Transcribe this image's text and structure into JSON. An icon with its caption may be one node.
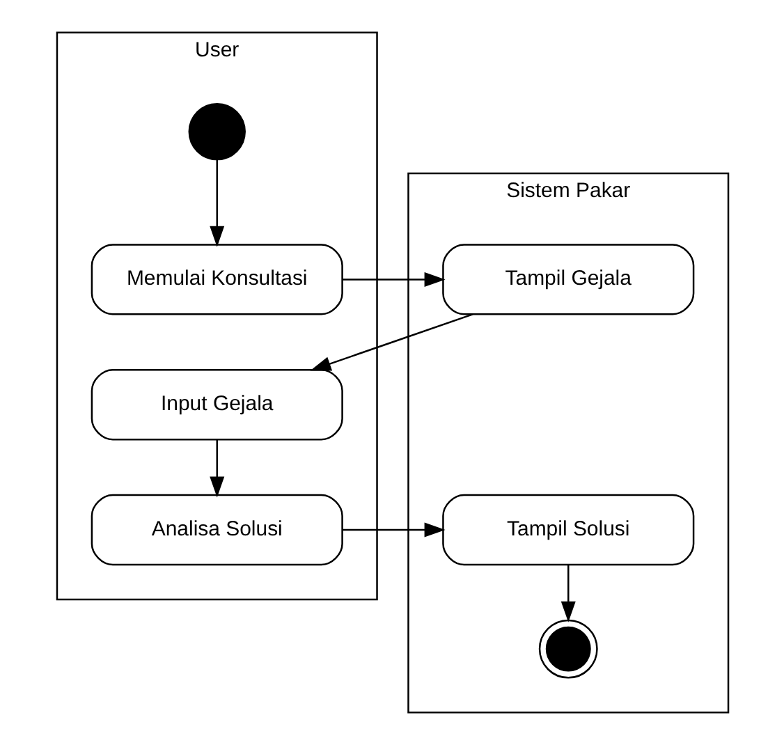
{
  "diagram": {
    "nodes": [
      {
        "text": [
          "User"
        ]
      },
      {
        "text": [
          "Sistem Pakar"
        ]
      },
      {
        "text": [],
        "shape": "circle",
        "in": 0
      },
      {
        "text": [
          "Memulai Konsultasi"
        ],
        "in": 0
      },
      {
        "text": [
          "Input Gejala"
        ],
        "in": 0
      },
      {
        "text": [
          "Analisa Solusi"
        ],
        "in": 0
      },
      {
        "text": [
          "Tampil Gejala"
        ],
        "in": 1
      },
      {
        "text": [
          "Tampil Solusi"
        ],
        "in": 1
      },
      {
        "text": [],
        "shape": "circle",
        "in": 1
      }
    ],
    "edges": [
      {
        "from": 2,
        "to": 3,
        "arrow": "to"
      },
      {
        "from": 3,
        "to": 6,
        "arrow": "to"
      },
      {
        "from": 6,
        "to": 4,
        "arrow": "to"
      },
      {
        "from": 4,
        "to": 5,
        "arrow": "to"
      },
      {
        "from": 5,
        "to": 7,
        "arrow": "to"
      },
      {
        "from": 7,
        "to": 8,
        "arrow": "to"
      }
    ]
  }
}
